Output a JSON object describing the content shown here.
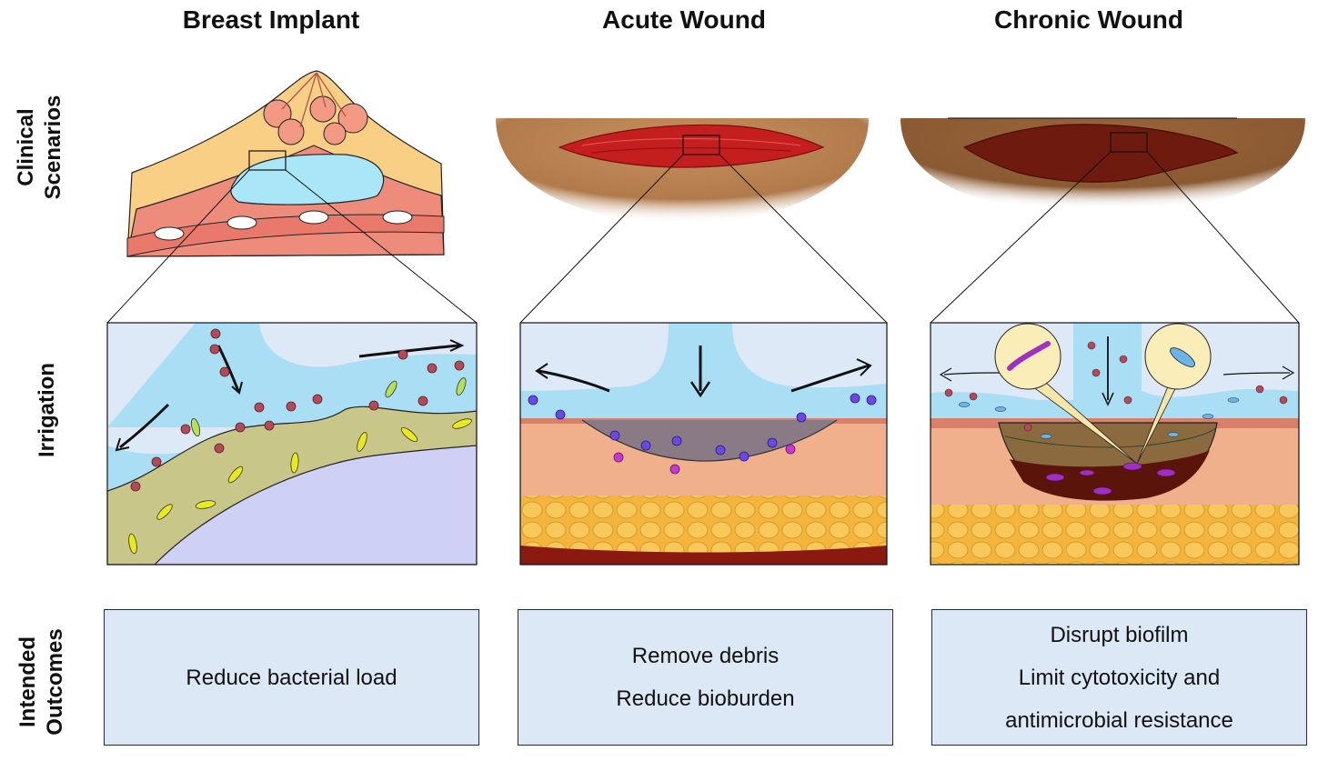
{
  "columns": [
    {
      "title": "Breast Implant"
    },
    {
      "title": "Acute Wound"
    },
    {
      "title": "Chronic Wound"
    }
  ],
  "rows": {
    "clinical": [
      "Clinical",
      "Scenarios"
    ],
    "irrigation": [
      "Irrigation"
    ],
    "outcomes": [
      "Intended",
      "Outcomes"
    ]
  },
  "outcomes": {
    "breast": [
      "Reduce bacterial load"
    ],
    "acute": [
      "Remove debris",
      "Reduce bioburden"
    ],
    "chronic": [
      "Disrupt biofilm",
      "Limit cytotoxicity and",
      "antimicrobial resistance"
    ]
  },
  "colors": {
    "fluid": "#a9def5",
    "skin": "#b9804f",
    "fat": "#f3b23a",
    "tissue": "#f0b08c",
    "wound_acute": "#c41e1e",
    "wound_chronic": "#6e1a0e",
    "biofilm": "#c9c68a",
    "implant": "#cfd0f5",
    "outcome_box": "#dce8f5"
  }
}
